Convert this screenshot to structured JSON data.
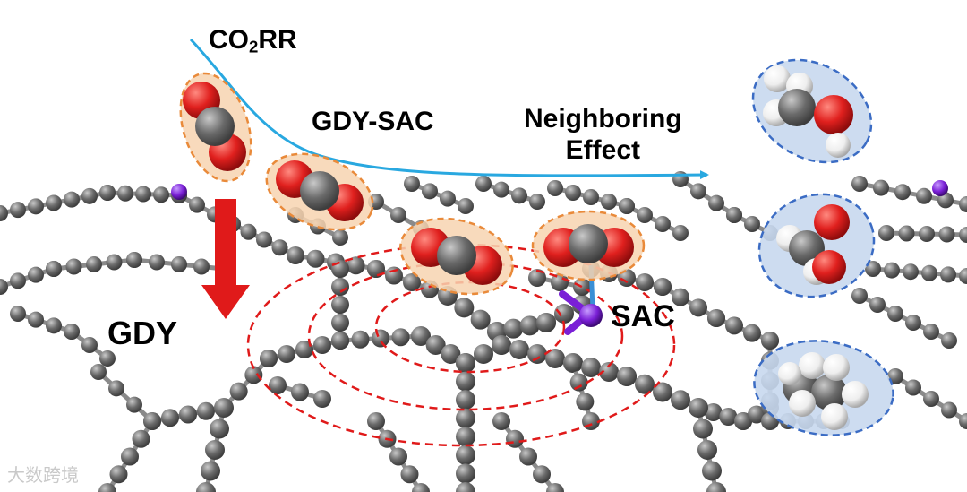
{
  "labels": {
    "co2rr_prefix": "CO",
    "co2rr_sub": "2",
    "co2rr_suffix": "RR",
    "gdy_sac": "GDY-SAC",
    "neighboring": "Neighboring",
    "effect": "Effect",
    "gdy": "GDY",
    "sac": "SAC"
  },
  "watermark": "大数跨境",
  "colors": {
    "carbon": "#6b6b6b",
    "bond": "#8a8a8a",
    "oxygen": "#e0201e",
    "hydrogen": "#f2f2f2",
    "metal_atom": "#7a1fd6",
    "co2_halo_fill": "#f7d4b0",
    "co2_halo_stroke": "#e98a3a",
    "product_halo_fill": "#c8d8ee",
    "product_halo_stroke": "#3b6cc4",
    "curve_arrow": "#29a8e0",
    "red_arrow": "#e01a1a",
    "rings": "#e01a1a",
    "sac_bond": "#3a8fd6"
  },
  "molecules": {
    "reactant": "co2",
    "products": [
      "methanol",
      "formic-acid",
      "ethane"
    ]
  }
}
